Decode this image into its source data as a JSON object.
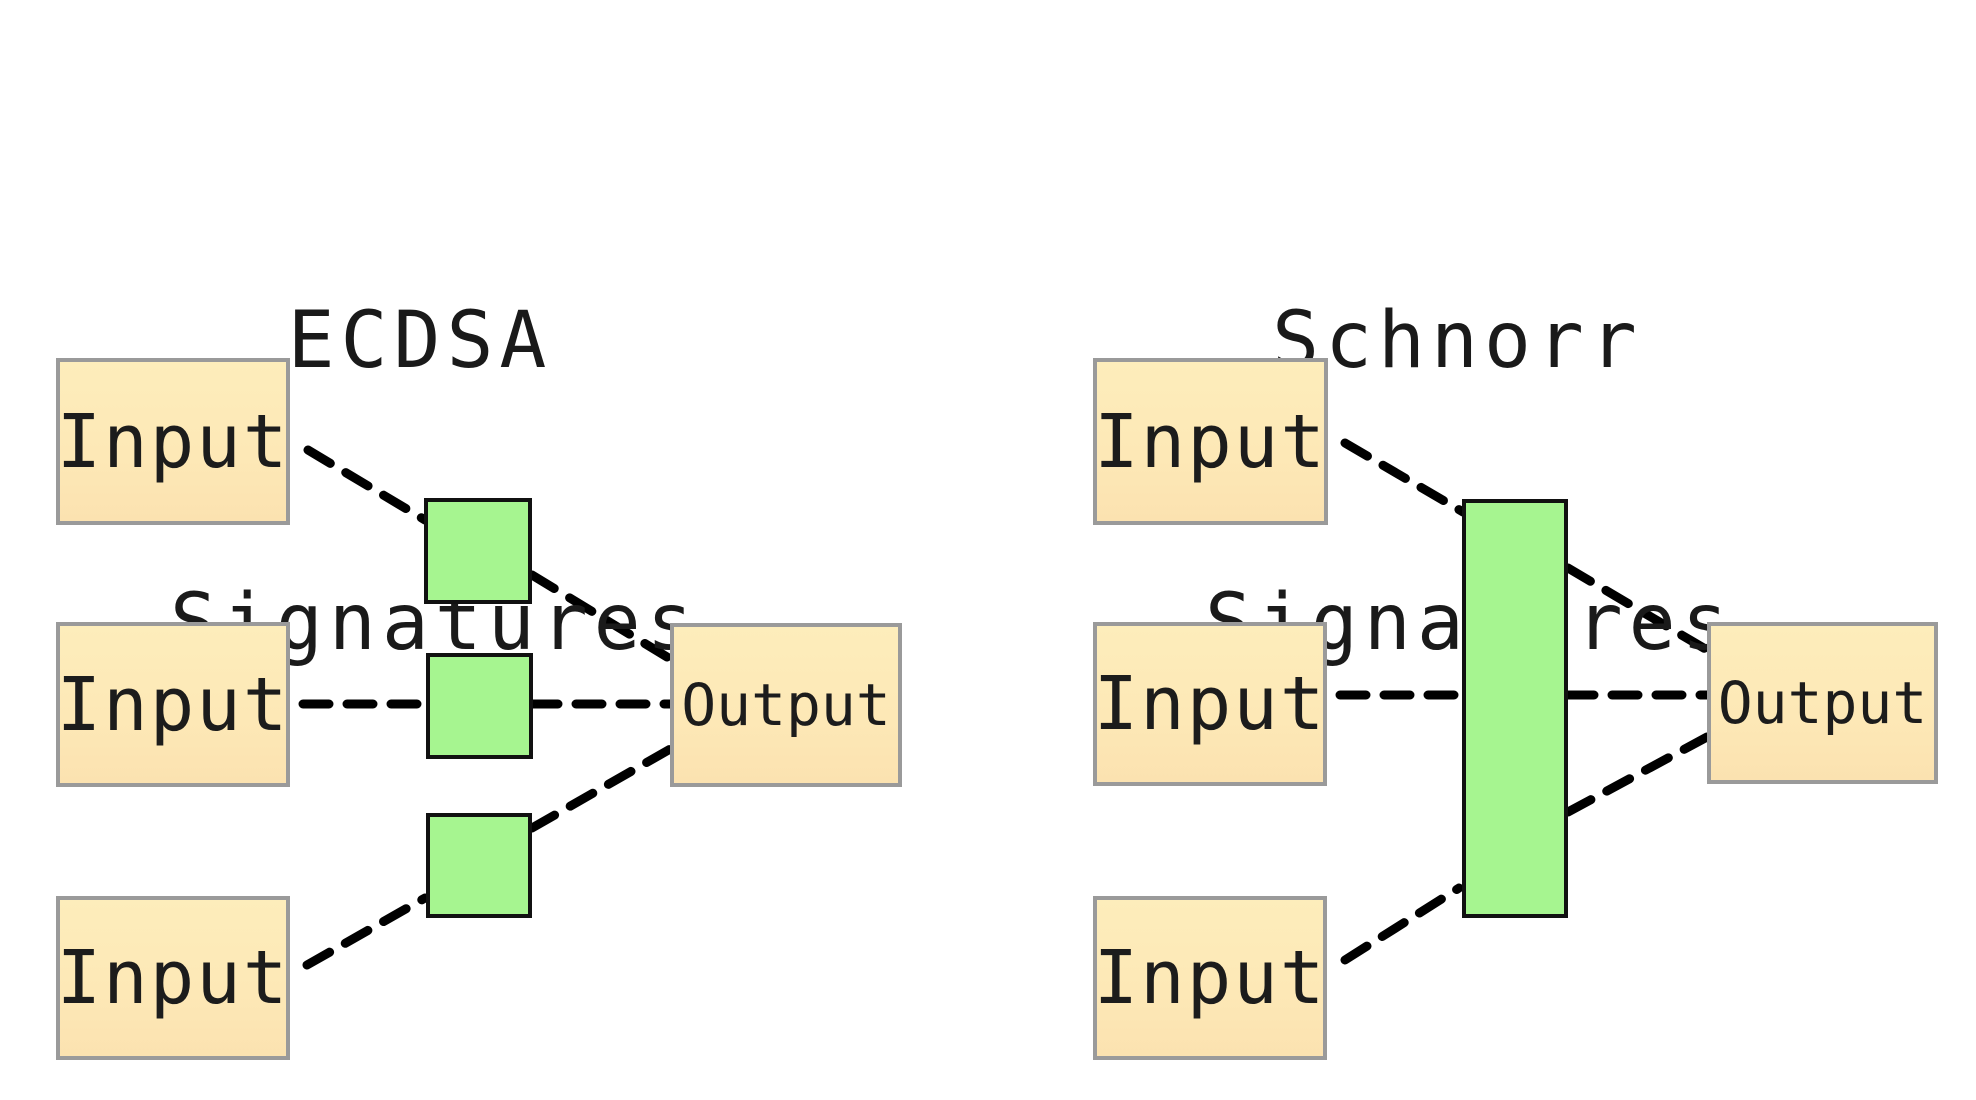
{
  "panels": [
    {
      "id": "ecdsa",
      "title_line1": "ECDSA",
      "title_line2": "Signatures",
      "inputs": [
        "Input",
        "Input",
        "Input"
      ],
      "output": "Output",
      "signature_blocks": 3
    },
    {
      "id": "schnorr",
      "title_line1": "Schnorr",
      "title_line2": "Signatures",
      "inputs": [
        "Input",
        "Input",
        "Input"
      ],
      "output": "Output",
      "signature_blocks": 1
    }
  ],
  "colors": {
    "node_fill": "#fde9b6",
    "node_border": "#9a9a9a",
    "signature_fill": "#a6f590",
    "signature_border": "#111111",
    "connector": "#000000"
  }
}
